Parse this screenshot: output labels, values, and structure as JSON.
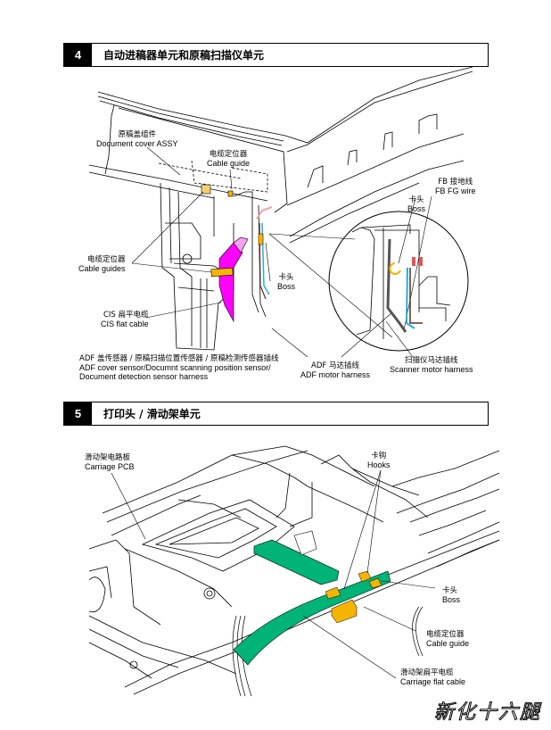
{
  "sections": [
    {
      "number": "4",
      "title": "自动进稿器单元和原稿扫描仪单元",
      "callouts": {
        "document_cover": {
          "zh": "原稿盖组件",
          "en": "Document cover ASSY"
        },
        "cable_guide_top": {
          "zh": "电缆定位器",
          "en": "Cable guide"
        },
        "cable_guides": {
          "zh": "电缆定位器",
          "en": "Cable guides"
        },
        "cis_flat_cable": {
          "zh": "CIS 扁平电缆",
          "en": "CIS flat cable"
        },
        "boss_left": {
          "zh": "卡头",
          "en": "Boss"
        },
        "boss_right": {
          "zh": "卡头",
          "en": "Boss"
        },
        "fb_fg_wire": {
          "zh": "FB 接地线",
          "en": "FB FG wire"
        },
        "adf_sensor_harness": {
          "zh": "ADF 盖传感器 / 原稿扫描位置传感器 / 原稿检测传感器插线",
          "en_line1": "ADF cover sensor/Documnt scanning position sensor/",
          "en_line2": "Document detection sensor harness"
        },
        "adf_motor_harness": {
          "zh": "ADF 马达插线",
          "en": "ADF motor harness"
        },
        "scanner_motor_harness": {
          "zh": "扫描仪马达插线",
          "en": "Scanner motor harness"
        }
      }
    },
    {
      "number": "5",
      "title": "打印头 / 滑动架单元",
      "callouts": {
        "carriage_pcb": {
          "zh": "滑动架电路板",
          "en": "Carriage PCB"
        },
        "hooks": {
          "zh": "卡钩",
          "en": "Hooks"
        },
        "boss": {
          "zh": "卡头",
          "en": "Boss"
        },
        "cable_guide": {
          "zh": "电缆定位器",
          "en": "Cable guide"
        },
        "carriage_flat_cable": {
          "zh": "滑动架扁平电缆",
          "en": "Carriage flat cable"
        }
      }
    }
  ],
  "colors": {
    "cis_cable": "#ff00ff",
    "cis_cable_light": "#f7a0f0",
    "guide_yellow": "#f5b400",
    "flat_cable_green": "#00b377",
    "harness_blue": "#29abe2",
    "harness_brown": "#5a2d1e"
  },
  "watermark": "新化十六腿"
}
